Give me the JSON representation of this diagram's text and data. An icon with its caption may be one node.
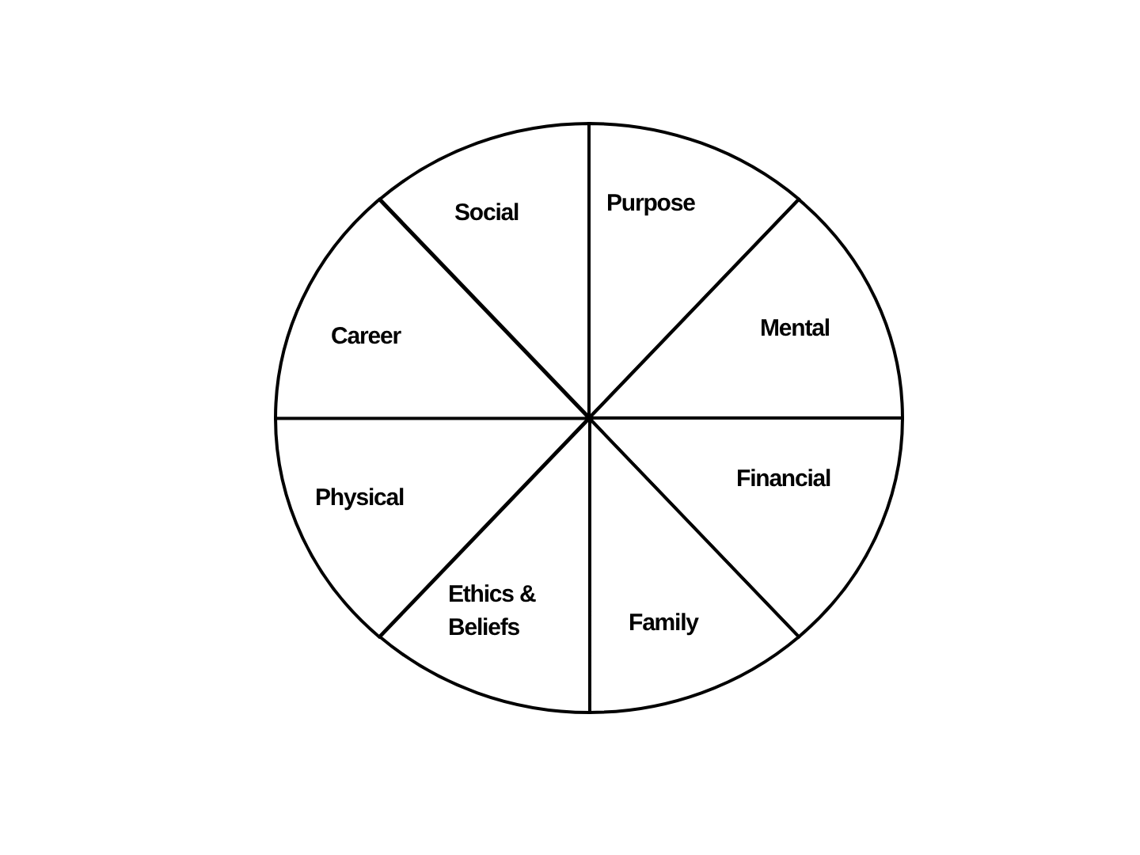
{
  "diagram": {
    "nodes": [
      {
        "text": [
          "Social"
        ]
      },
      {
        "text": [
          "Purpose"
        ]
      },
      {
        "text": [
          "Mental"
        ]
      },
      {
        "text": [
          "Financial"
        ]
      },
      {
        "text": [
          "Family"
        ]
      },
      {
        "text": [
          "Ethics & Beliefs"
        ]
      },
      {
        "text": [
          "Physical"
        ]
      },
      {
        "text": [
          "Career"
        ]
      }
    ]
  }
}
